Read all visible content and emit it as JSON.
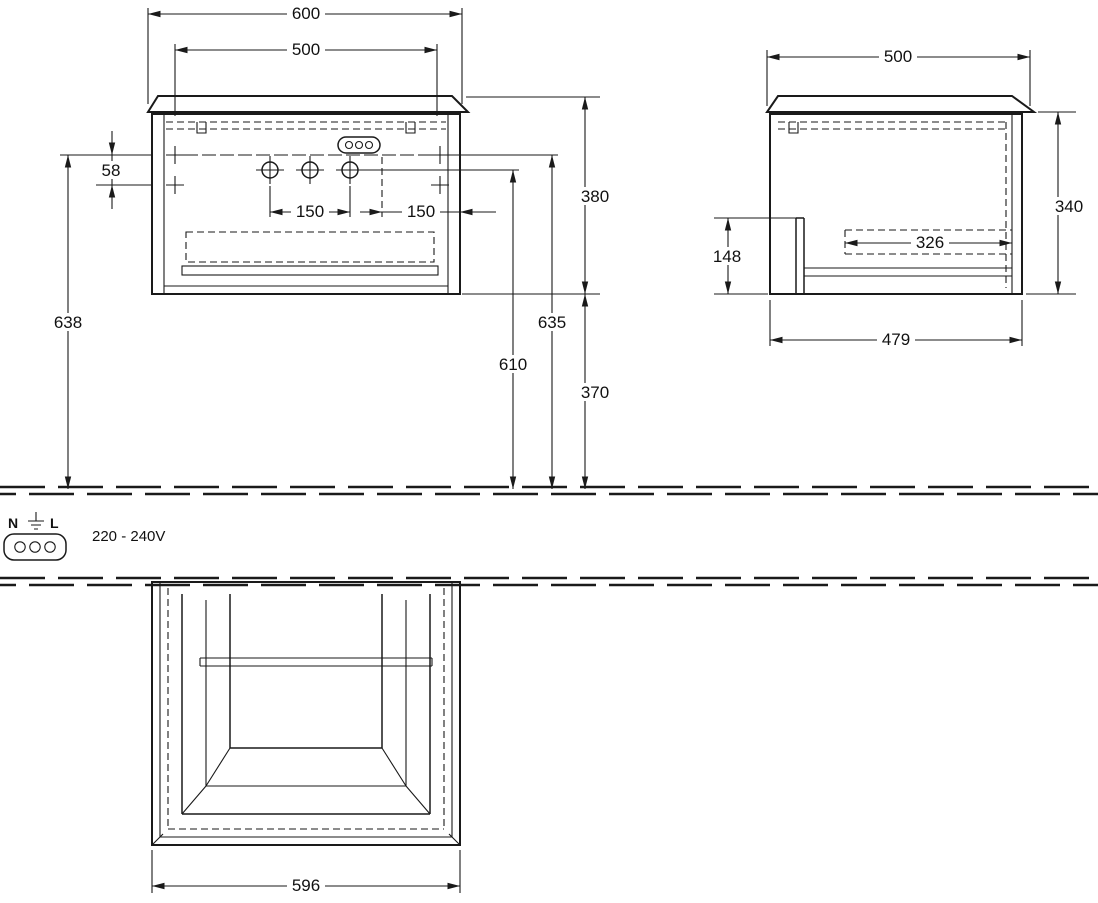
{
  "drawing_type": "vanity-unit-installation-dimension-drawing",
  "front_view": {
    "dim_width_top": "600",
    "dim_width_inner": "500",
    "dim_hole_offset": "58",
    "dim_spacing_left": "150",
    "dim_spacing_right": "150",
    "dim_height_cabinet": "380",
    "dim_height_left": "638",
    "dim_height_fixing": "635",
    "dim_height_tap": "610",
    "dim_height_clearance": "370"
  },
  "side_view": {
    "dim_depth_top": "500",
    "dim_height_body": "340",
    "dim_height_recess": "148",
    "dim_depth_inner": "326",
    "dim_depth_body": "479"
  },
  "plan_view": {
    "dim_width_body": "596"
  },
  "electrical": {
    "neutral_label": "N",
    "line_label": "L",
    "voltage": "220 - 240V"
  }
}
